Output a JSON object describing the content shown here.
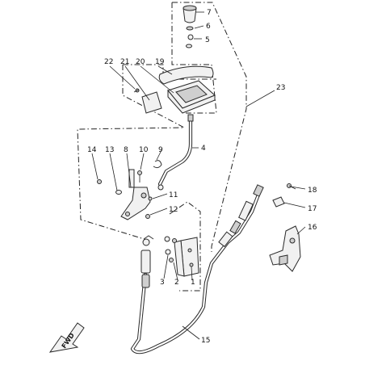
{
  "diagram": {
    "callouts": [
      "1",
      "2",
      "3",
      "4",
      "5",
      "6",
      "7",
      "8",
      "9",
      "10",
      "11",
      "12",
      "13",
      "14",
      "15",
      "16",
      "17",
      "18",
      "19",
      "20",
      "21",
      "22",
      "23"
    ],
    "direction_arrow": "FWD"
  }
}
